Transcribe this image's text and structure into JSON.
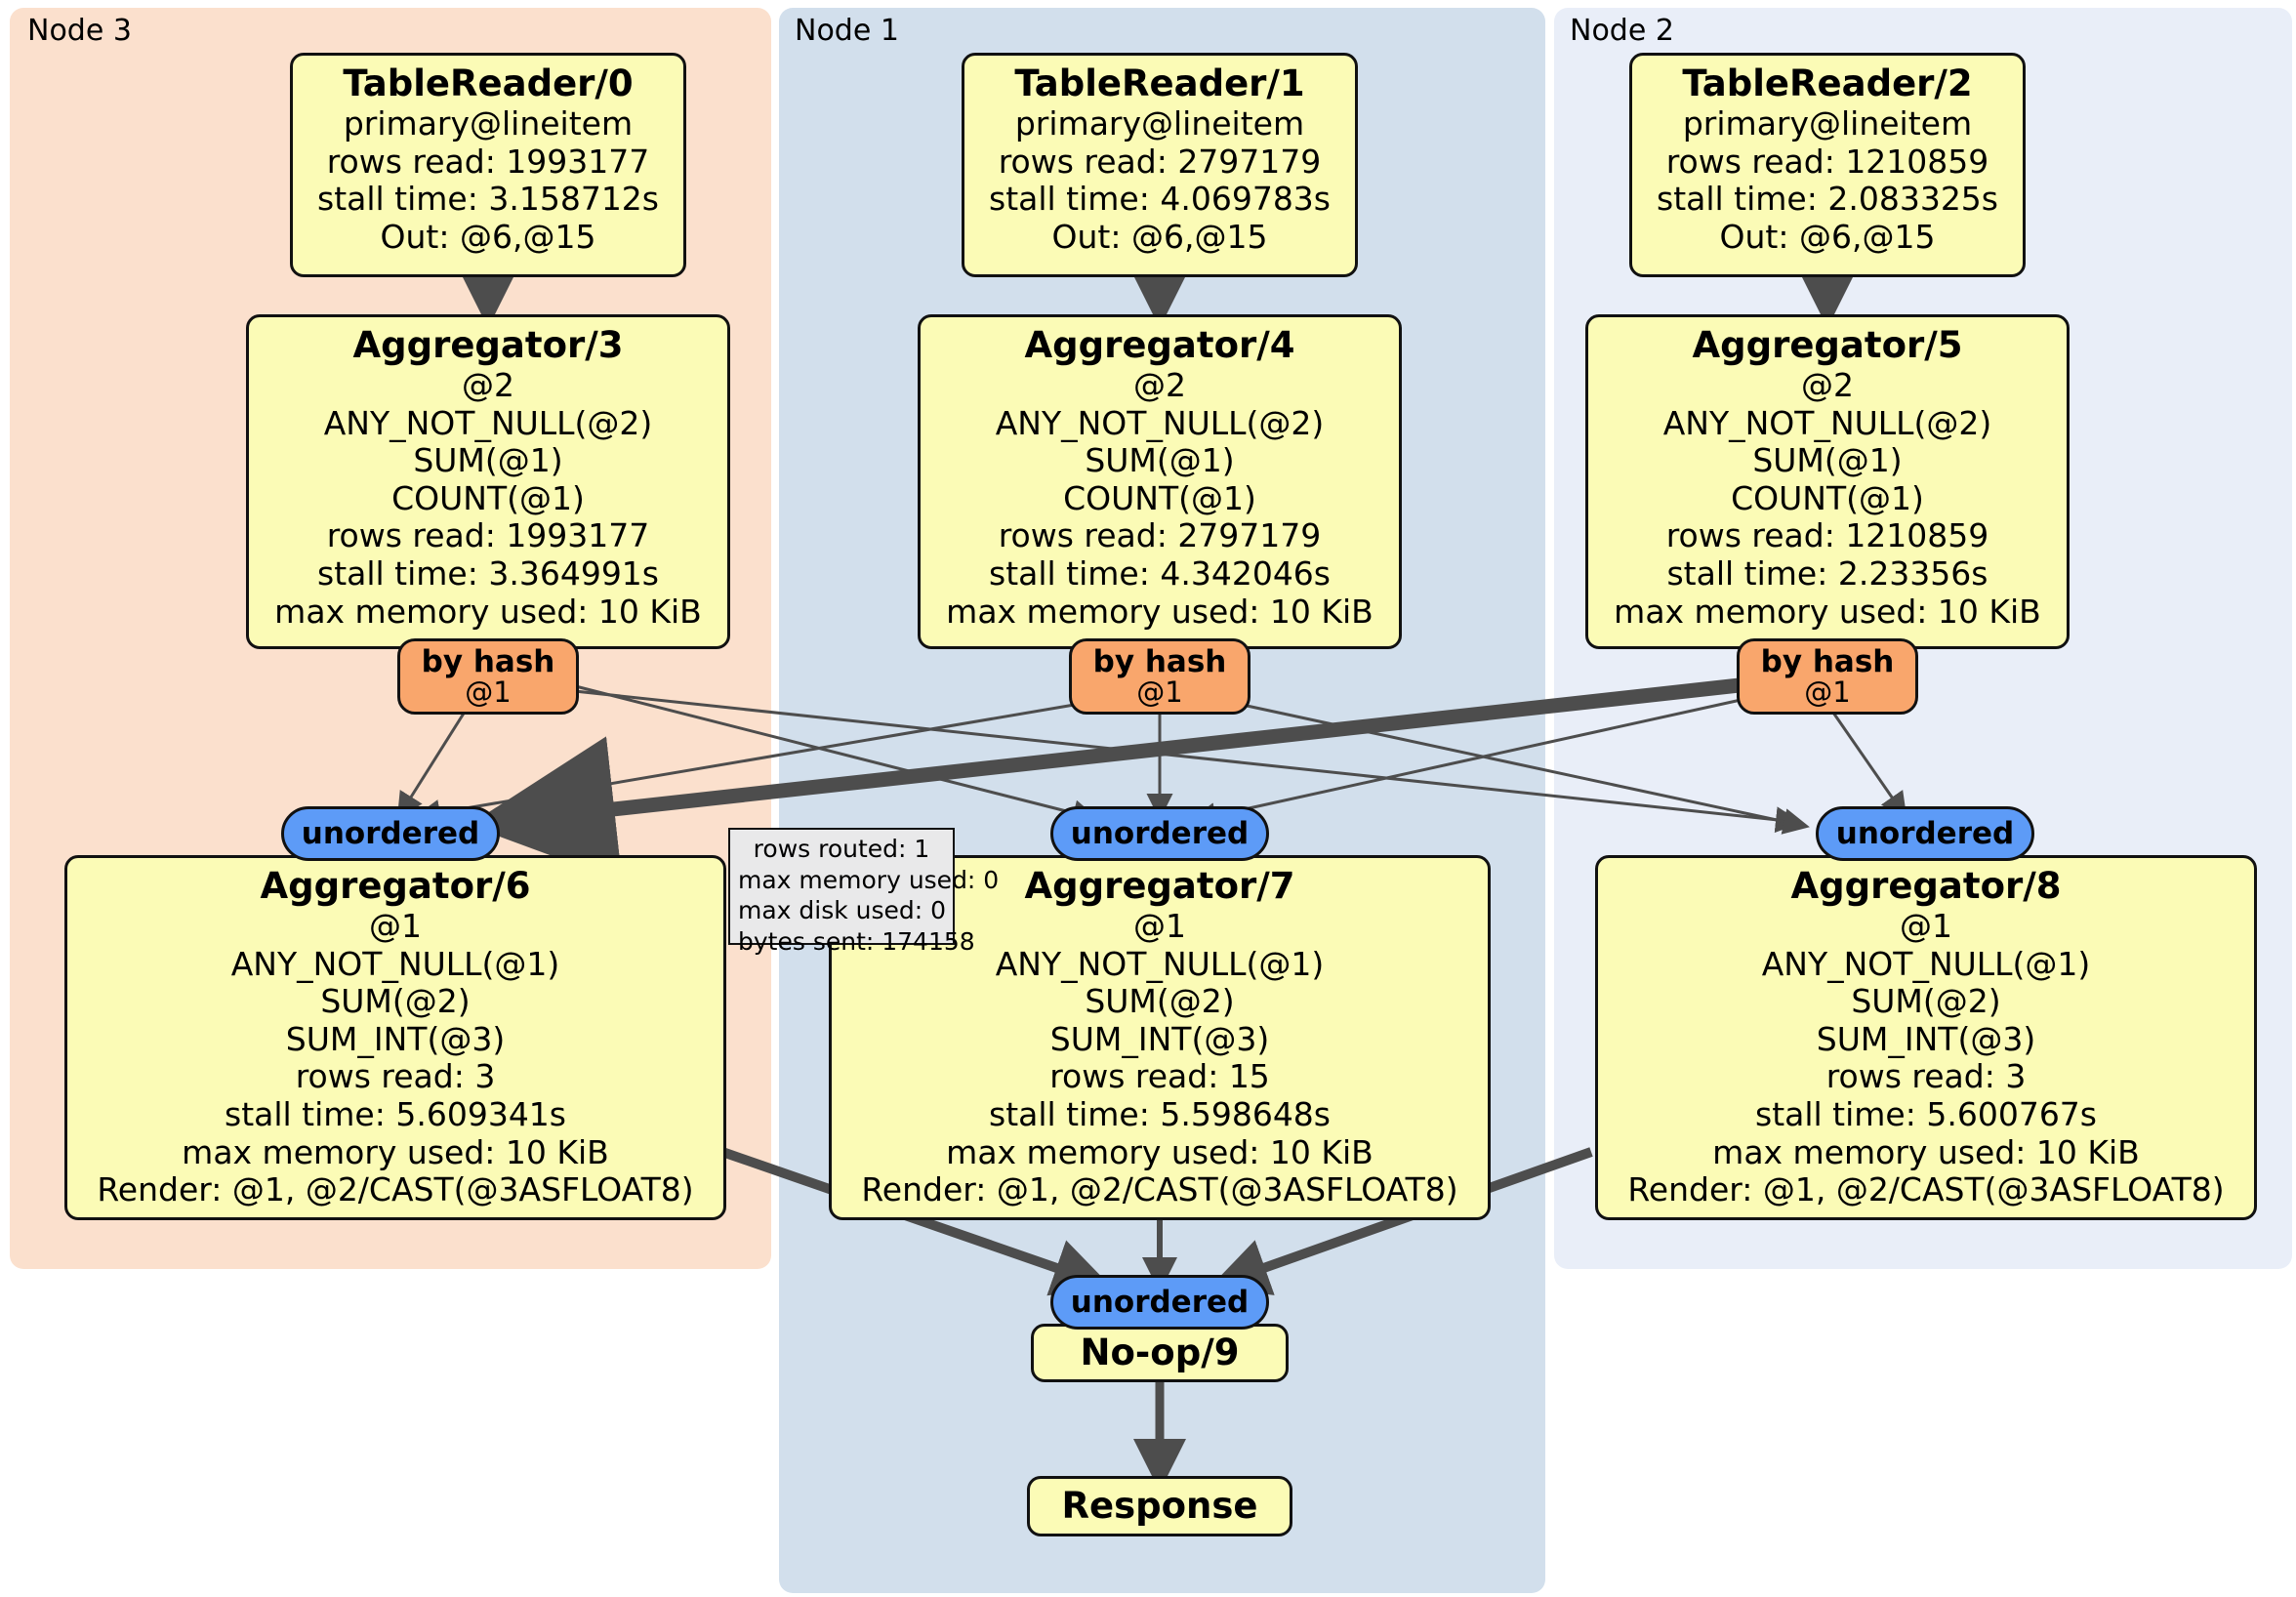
{
  "clusters": [
    {
      "label": "Node 3",
      "color": "#fbe0cd"
    },
    {
      "label": "Node 1",
      "color": "#d2dfec"
    },
    {
      "label": "Node 2",
      "color": "#e9eef8"
    }
  ],
  "nodes": {
    "table_readers": [
      {
        "title": "TableReader/0",
        "lines": [
          "primary@lineitem",
          "rows read: 1993177",
          "stall time: 3.158712s",
          "Out: @6,@15"
        ]
      },
      {
        "title": "TableReader/1",
        "lines": [
          "primary@lineitem",
          "rows read: 2797179",
          "stall time: 4.069783s",
          "Out: @6,@15"
        ]
      },
      {
        "title": "TableReader/2",
        "lines": [
          "primary@lineitem",
          "rows read: 1210859",
          "stall time: 2.083325s",
          "Out: @6,@15"
        ]
      }
    ],
    "aggregators_top": [
      {
        "title": "Aggregator/3",
        "lines": [
          "@2",
          "ANY_NOT_NULL(@2)",
          "SUM(@1)",
          "COUNT(@1)",
          "rows read: 1993177",
          "stall time: 3.364991s",
          "max memory used: 10 KiB"
        ]
      },
      {
        "title": "Aggregator/4",
        "lines": [
          "@2",
          "ANY_NOT_NULL(@2)",
          "SUM(@1)",
          "COUNT(@1)",
          "rows read: 2797179",
          "stall time: 4.342046s",
          "max memory used: 10 KiB"
        ]
      },
      {
        "title": "Aggregator/5",
        "lines": [
          "@2",
          "ANY_NOT_NULL(@2)",
          "SUM(@1)",
          "COUNT(@1)",
          "rows read: 1210859",
          "stall time: 2.23356s",
          "max memory used: 10 KiB"
        ]
      }
    ],
    "aggregators_bottom": [
      {
        "title": "Aggregator/6",
        "lines": [
          "@1",
          "ANY_NOT_NULL(@1)",
          "SUM(@2)",
          "SUM_INT(@3)",
          "rows read: 3",
          "stall time: 5.609341s",
          "max memory used: 10 KiB",
          "Render: @1, @2/CAST(@3ASFLOAT8)"
        ]
      },
      {
        "title": "Aggregator/7",
        "lines": [
          "@1",
          "ANY_NOT_NULL(@1)",
          "SUM(@2)",
          "SUM_INT(@3)",
          "rows read: 15",
          "stall time: 5.598648s",
          "max memory used: 10 KiB",
          "Render: @1, @2/CAST(@3ASFLOAT8)"
        ]
      },
      {
        "title": "Aggregator/8",
        "lines": [
          "@1",
          "ANY_NOT_NULL(@1)",
          "SUM(@2)",
          "SUM_INT(@3)",
          "rows read: 3",
          "stall time: 5.600767s",
          "max memory used: 10 KiB",
          "Render: @1, @2/CAST(@3ASFLOAT8)"
        ]
      }
    ],
    "by_hash": [
      {
        "label": "by hash",
        "sub": "@1"
      },
      {
        "label": "by hash",
        "sub": "@1"
      },
      {
        "label": "by hash",
        "sub": "@1"
      }
    ],
    "unordered_mid": [
      {
        "label": "unordered"
      },
      {
        "label": "unordered"
      },
      {
        "label": "unordered"
      }
    ],
    "unordered_final": {
      "label": "unordered"
    },
    "noop": {
      "title": "No-op/9"
    },
    "response": {
      "title": "Response"
    }
  },
  "tooltip": {
    "lines": [
      "rows routed: 1",
      "max memory used: 0",
      "max disk used: 0",
      "bytes sent: 174158"
    ]
  },
  "colors": {
    "box_fill": "#fbfbb6",
    "hash_fill": "#f9a66c",
    "unordered_fill": "#5d9bf7",
    "tooltip_fill": "#e9e9ea",
    "edge": "#4d4d4d",
    "node3_panel": "#fbe0cd",
    "node1_panel": "#d2dfec",
    "node2_panel": "#e9eef8"
  }
}
